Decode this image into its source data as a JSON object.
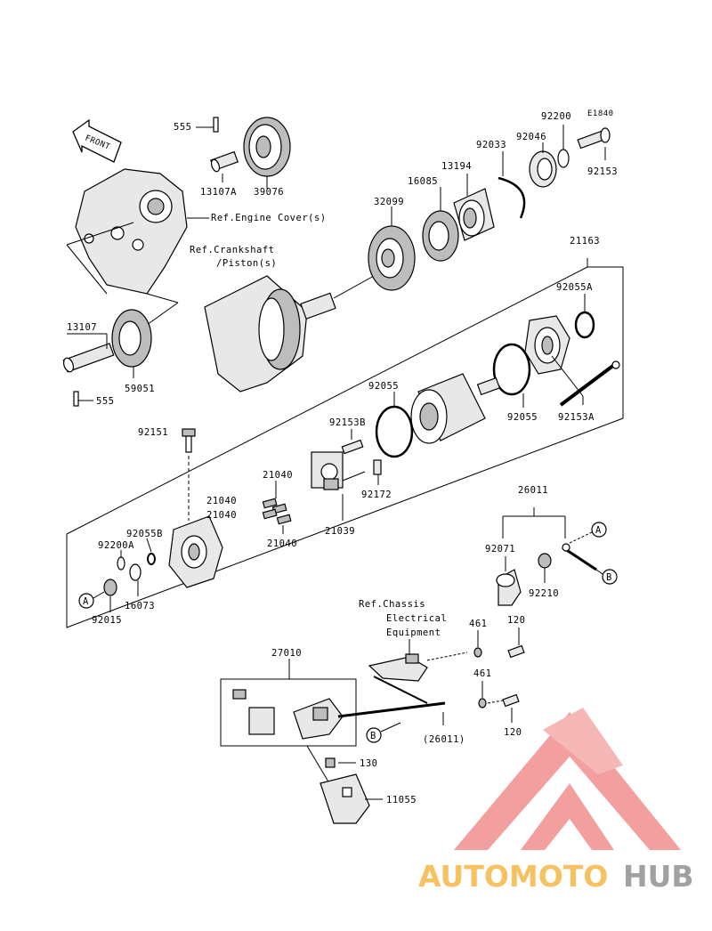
{
  "diagram_id": "E1840",
  "front_label": "FRONT",
  "watermark": {
    "part1": "AUTOMOTO",
    "part2": "HUB",
    "color1": "#f5b23a",
    "color2": "#8a8a8a",
    "logo_color": "#f08080"
  },
  "labels": {
    "p555_top": "555",
    "p13107A": "13107A",
    "p39076": "39076",
    "ref_engine_cover": "Ref.Engine Cover(s)",
    "ref_crankshaft_1": "Ref.Crankshaft",
    "ref_crankshaft_2": "/Piston(s)",
    "p32099": "32099",
    "p16085": "16085",
    "p13194": "13194",
    "p92033": "92033",
    "p92046": "92046",
    "p92200": "92200",
    "p92153": "92153",
    "p21163": "21163",
    "p92055A": "92055A",
    "p13107": "13107",
    "p59051": "59051",
    "p555_bot": "555",
    "p92055_left": "92055",
    "p92055_right": "92055",
    "p92153A": "92153A",
    "p92153B": "92153B",
    "p92172": "92172",
    "p21039": "21039",
    "p92151": "92151",
    "p21040_a": "21040",
    "p21040_b": "21040",
    "p21040_c": "21040",
    "p21040_d": "21040",
    "p92055B": "92055B",
    "p92200A": "92200A",
    "p16073": "16073",
    "p92015": "92015",
    "p26011": "26011",
    "p92071": "92071",
    "p92210": "92210",
    "callout_A": "A",
    "callout_B": "B",
    "ref_chassis_1": "Ref.Chassis",
    "ref_chassis_2": "Electrical",
    "ref_chassis_3": "Equipment",
    "p461_a": "461",
    "p461_b": "461",
    "p120_a": "120",
    "p120_b": "120",
    "p27010": "27010",
    "p26011_paren": "(26011)",
    "p130": "130",
    "p11055": "11055"
  }
}
